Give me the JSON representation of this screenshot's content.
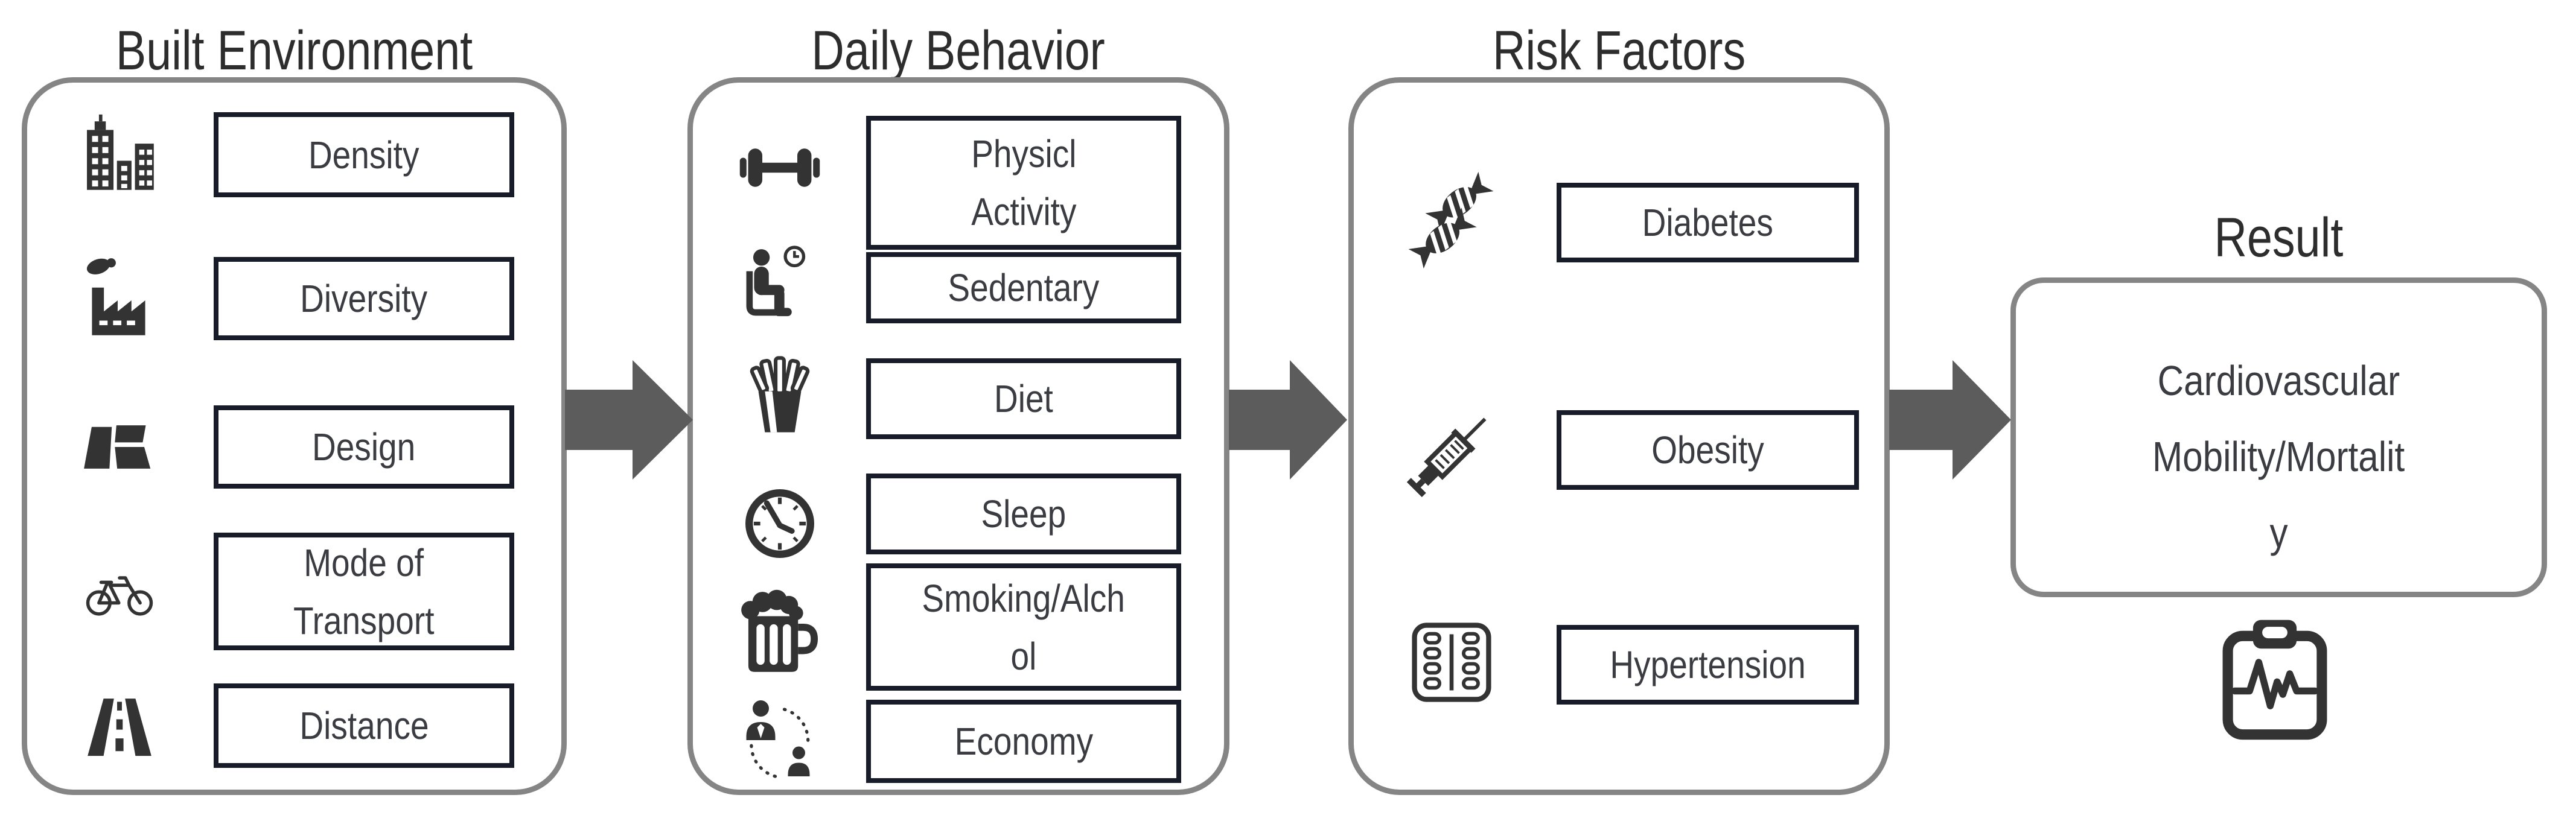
{
  "diagram": {
    "columns": [
      {
        "title": "Built Environment",
        "items": [
          {
            "label": "Density",
            "lines": [
              "Density"
            ],
            "icon": "city-buildings"
          },
          {
            "label": "Diversity",
            "lines": [
              "Diversity"
            ],
            "icon": "factory"
          },
          {
            "label": "Design",
            "lines": [
              "Design"
            ],
            "icon": "street-blocks"
          },
          {
            "label": "Mode of Transport",
            "lines": [
              "Mode of",
              "Transport"
            ],
            "icon": "bicycle"
          },
          {
            "label": "Distance",
            "lines": [
              "Distance"
            ],
            "icon": "road"
          }
        ]
      },
      {
        "title": "Daily Behavior",
        "items": [
          {
            "label": "Physicl Activity",
            "lines": [
              "Physicl",
              "Activity"
            ],
            "icon": "dumbbell"
          },
          {
            "label": "Sedentary",
            "lines": [
              "Sedentary"
            ],
            "icon": "sitting-person-clock"
          },
          {
            "label": "Diet",
            "lines": [
              "Diet"
            ],
            "icon": "french-fries"
          },
          {
            "label": "Sleep",
            "lines": [
              "Sleep"
            ],
            "icon": "clock"
          },
          {
            "label": "Smoking/Alchol",
            "lines": [
              "Smoking/Alch",
              "ol"
            ],
            "icon": "beer-mug"
          },
          {
            "label": "Economy",
            "lines": [
              "Economy"
            ],
            "icon": "people-exchange"
          }
        ]
      },
      {
        "title": "Risk Factors",
        "items": [
          {
            "label": "Diabetes",
            "lines": [
              "Diabetes"
            ],
            "icon": "candy"
          },
          {
            "label": "Obesity",
            "lines": [
              "Obesity"
            ],
            "icon": "syringe"
          },
          {
            "label": "Hypertension",
            "lines": [
              "Hypertension"
            ],
            "icon": "pill-blister"
          }
        ]
      },
      {
        "title": "Result",
        "result": {
          "label": "Cardiovascular Mobility/Mortality",
          "lines": [
            "Cardiovascular",
            "Mobility/Mortalit",
            "y"
          ],
          "icon": "ecg-clipboard"
        }
      }
    ],
    "colors": {
      "background": "#ffffff",
      "panel_border": "#858585",
      "box_border": "#171c28",
      "arrow": "#5c5c5c",
      "label_text": "#3a3c42",
      "title_text": "#2d2d2d",
      "icon": "#333333"
    }
  }
}
